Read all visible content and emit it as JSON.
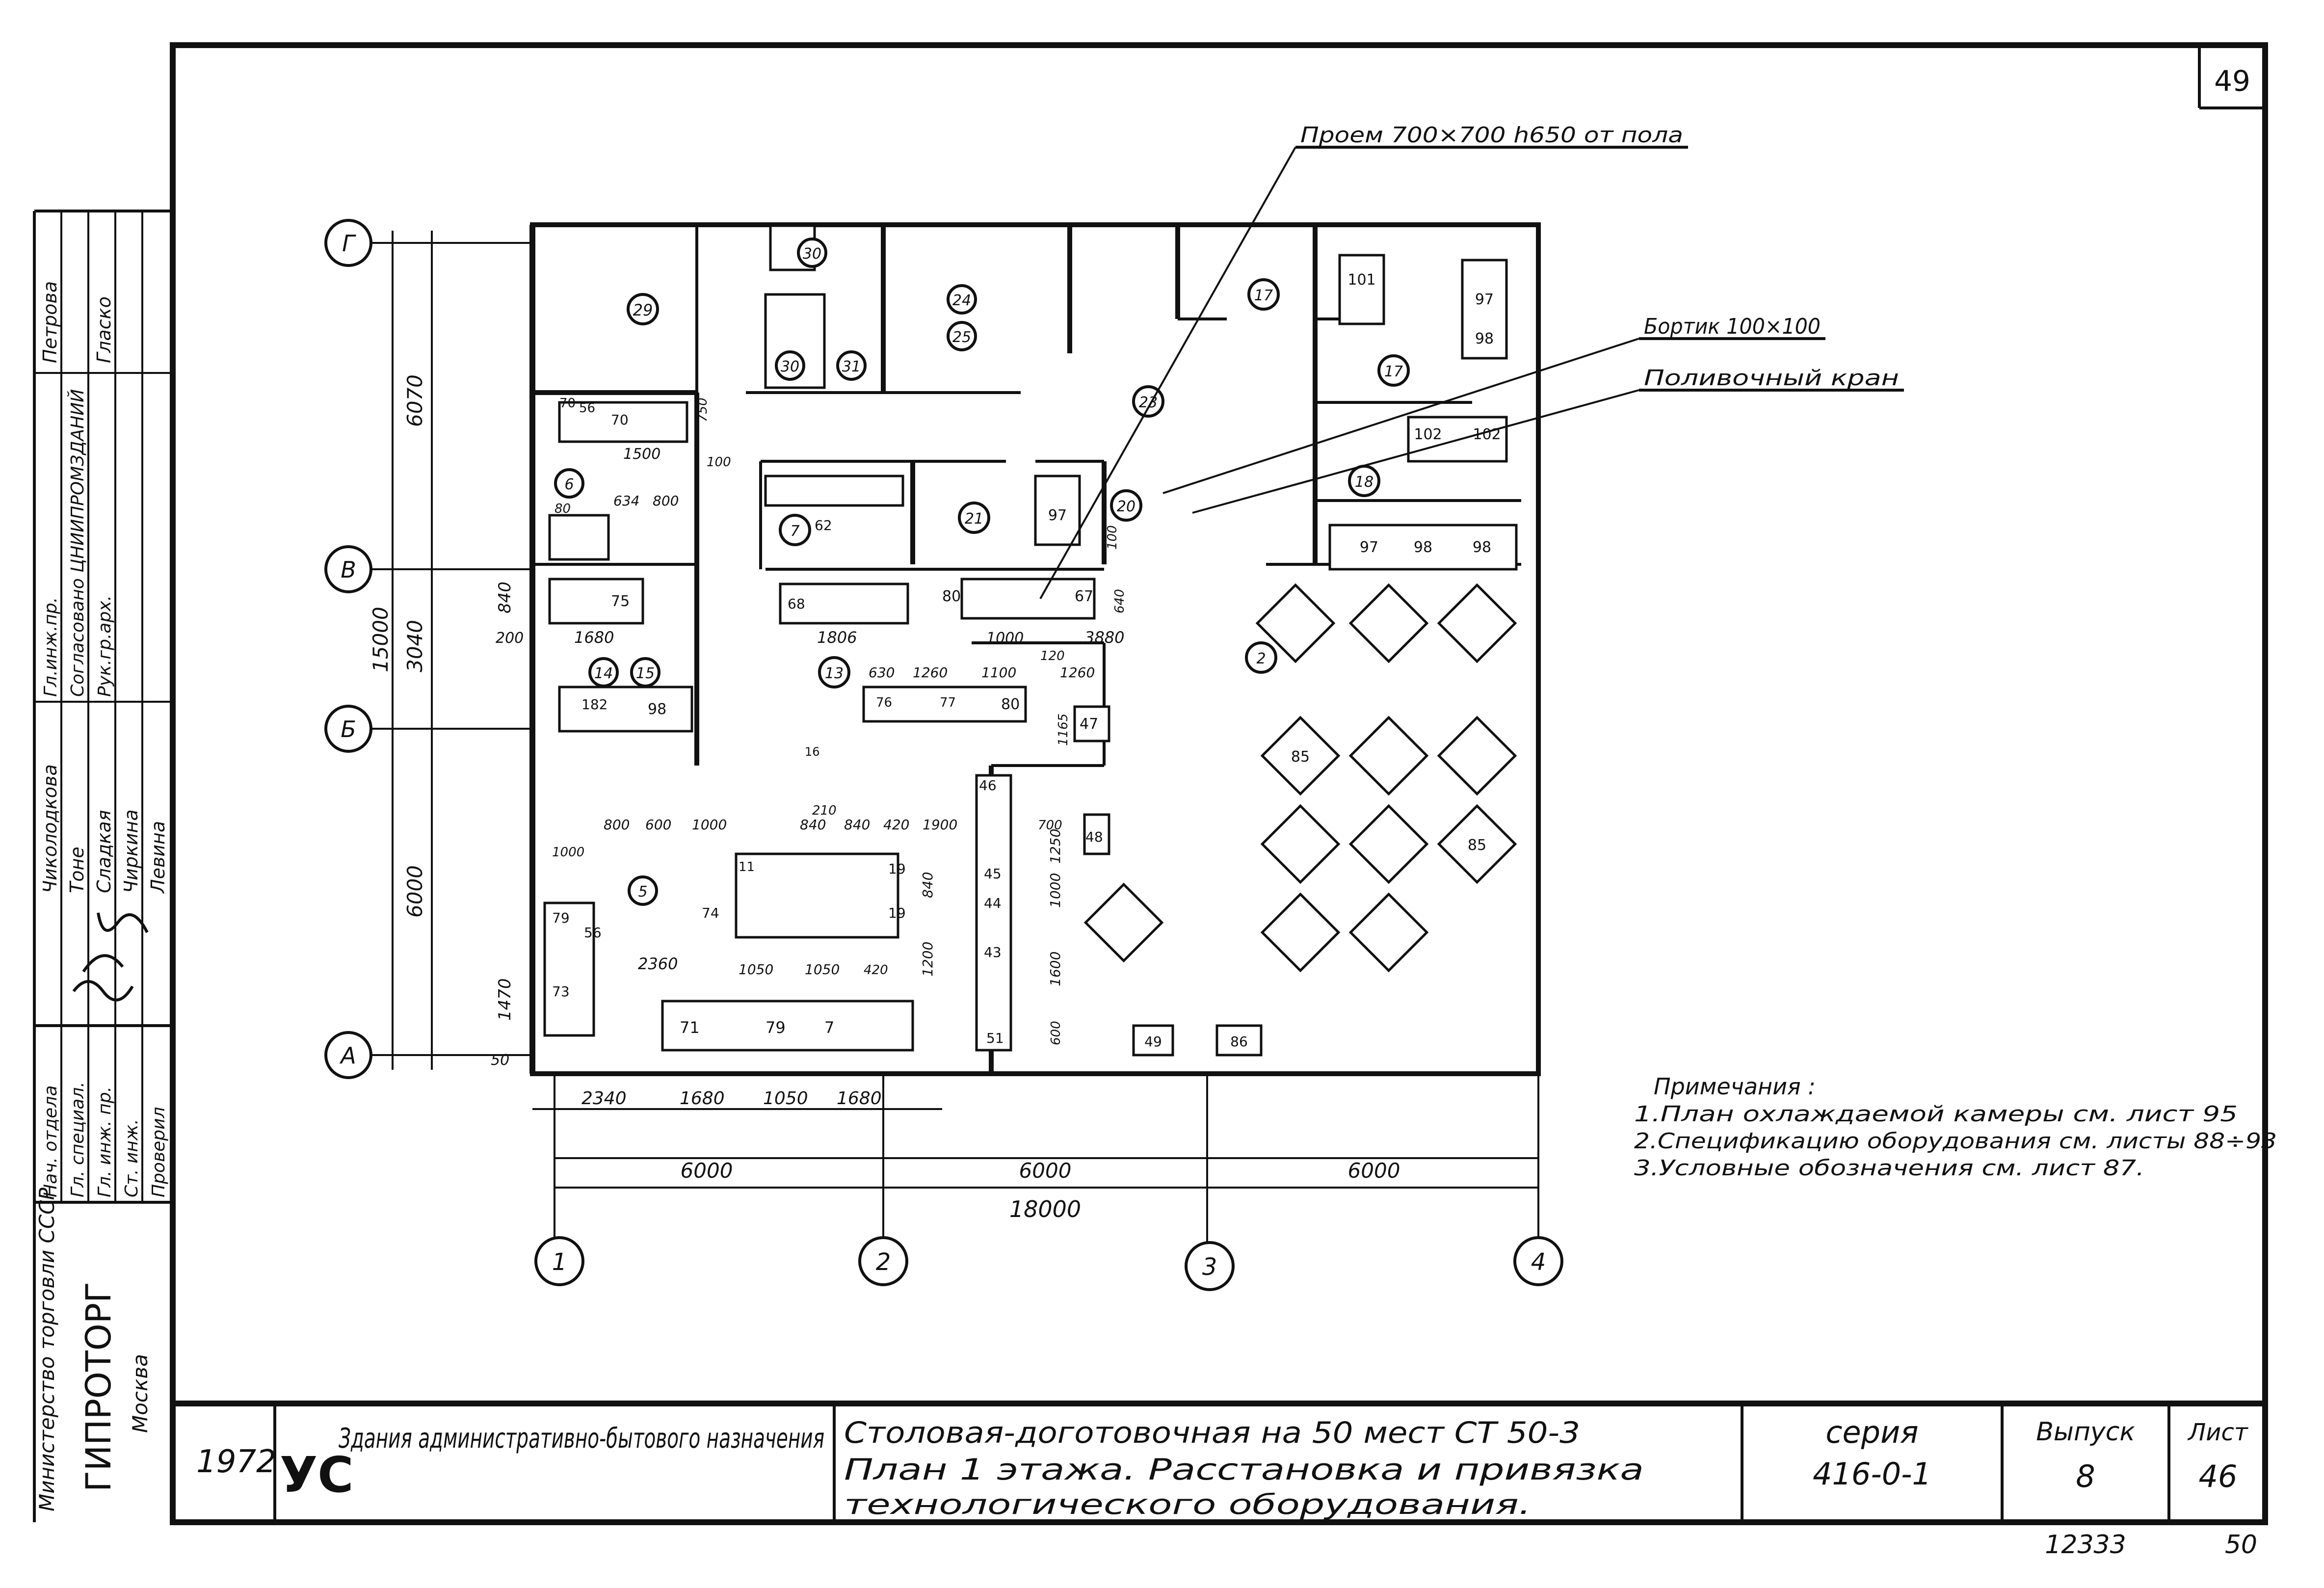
{
  "sheet": {
    "number_top": "49",
    "number_bottom_right": "50",
    "archive_code": "12333"
  },
  "callouts": {
    "opening": "Проем 700×700 h650 от пола",
    "curb": "Бортик 100×100",
    "tap": "Поливочный кран"
  },
  "notes": {
    "title": "Примечания :",
    "lines": [
      "1.План охлаждаемой камеры см. лист 95",
      "2.Спецификацию оборудования см. листы 88÷93",
      "3.Условные обозначения см. лист 87."
    ]
  },
  "axes": {
    "rows": [
      "Г",
      "В",
      "Б",
      "А"
    ],
    "cols": [
      "1",
      "2",
      "3",
      "4"
    ]
  },
  "dims": {
    "overall_h": "18000",
    "bay_1": "6000",
    "bay_2": "6000",
    "bay_3": "6000",
    "left_total": "15000",
    "left_g_v": "6070",
    "left_v_b": "3040",
    "left_b_a": "6000",
    "left_small_1": "840",
    "left_small_2": "200",
    "left_small_3": "1470",
    "left_small_4": "50",
    "bottom_1": "2340",
    "bottom_2": "1680",
    "bottom_3": "1050",
    "bottom_4": "1680"
  },
  "room_numbers": [
    "29",
    "30",
    "30",
    "31",
    "24",
    "25",
    "17",
    "17",
    "18",
    "6",
    "7",
    "21",
    "20",
    "14",
    "15",
    "13",
    "2",
    "5",
    "23"
  ],
  "equipment_labels": [
    "101",
    "97",
    "98",
    "102",
    "102",
    "97",
    "98",
    "98",
    "70",
    "56",
    "70",
    "75",
    "62",
    "97",
    "68",
    "80",
    "67",
    "182",
    "98",
    "76",
    "77",
    "80",
    "47",
    "46",
    "48",
    "85",
    "85",
    "79",
    "56",
    "73",
    "74",
    "71",
    "79",
    "7",
    "45",
    "44",
    "43",
    "51",
    "49",
    "86",
    "16",
    "11",
    "19",
    "19"
  ],
  "inline_dims": [
    "1500",
    "750",
    "100",
    "634",
    "800",
    "80",
    "1680",
    "1806",
    "1000",
    "3880",
    "630",
    "1260",
    "1100",
    "1260",
    "800",
    "600",
    "1000",
    "1000",
    "840",
    "840",
    "420",
    "1900",
    "2360",
    "1050",
    "1050",
    "420",
    "1200",
    "840",
    "600",
    "1600",
    "1000",
    "1250",
    "700",
    "1165",
    "120",
    "640",
    "100",
    "210",
    "2340",
    "1680",
    "1050",
    "1680"
  ],
  "stamp": {
    "left_vertical_org": "Министерство торговли СССР",
    "left_vertical_name": "ГИПРОТОРГ",
    "left_vertical_city": "Москва",
    "roles": [
      "Нач. отдела",
      "Гл. специал.",
      "Гл. инж. пр.",
      "Ст. инж.",
      "Проверил"
    ],
    "names": [
      "Чиколодкова",
      "Тоне",
      "Сладкая",
      "Чиркина",
      "Левина"
    ],
    "approvals": [
      "Гл.инж.пр.",
      "Согласовано ЦНИИПРОМЗДАНИЙ",
      "Рук.гр.арх."
    ],
    "approval_names": [
      "Петрова",
      "Гласко"
    ],
    "year": "1972",
    "logo": "УС",
    "project": "Здания административно-бытового назначения",
    "title_line1": "Столовая-доготовочная на 50 мест СТ 50-3",
    "title_line2": "План 1 этажа. Расстановка и привязка",
    "title_line3": "технологического оборудования.",
    "series_label": "серия",
    "series_value": "416-0-1",
    "issue_label": "Выпуск",
    "issue_value": "8",
    "sheet_label": "Лист",
    "sheet_value": "46"
  }
}
